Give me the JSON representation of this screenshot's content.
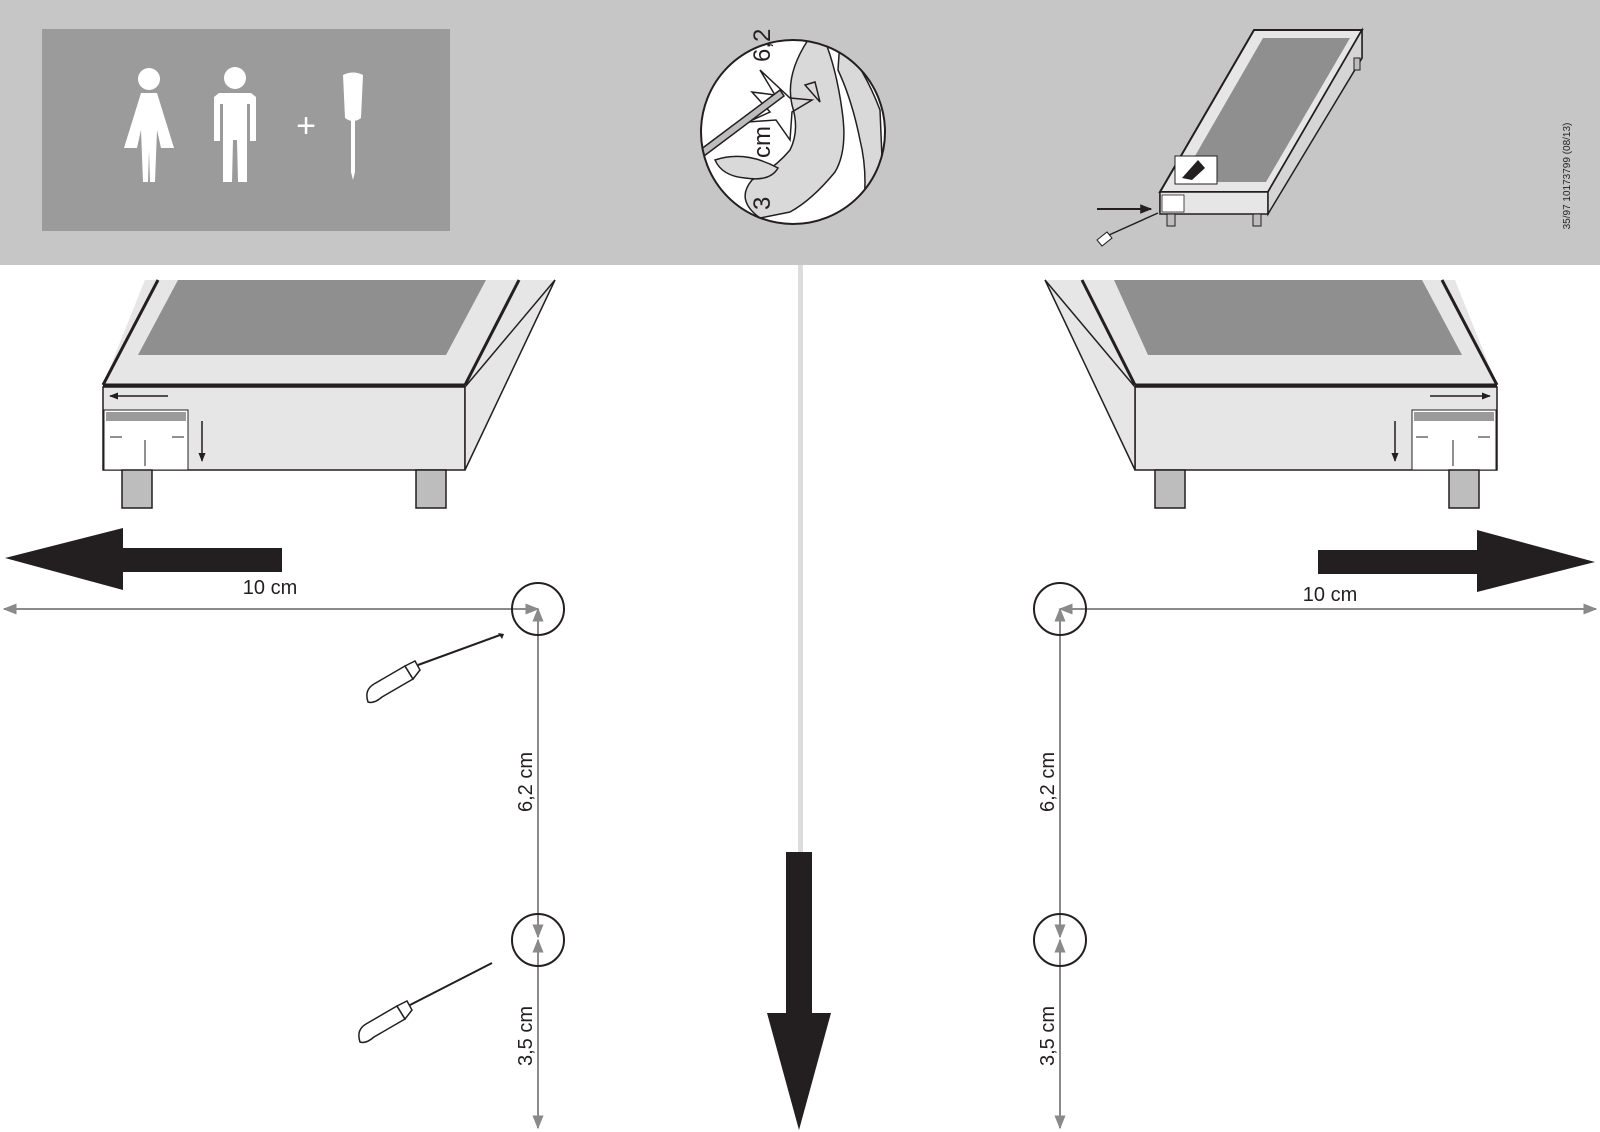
{
  "header": {
    "plus_sign": "+",
    "doc_code": "35/97  10173799  (08/13)",
    "magnifier_labels": {
      "a": "6,2",
      "b": "cm",
      "c": "3"
    }
  },
  "left_panel": {
    "horizontal_label": "10 cm",
    "upper_vertical_label": "6,2 cm",
    "lower_vertical_label": "3,5 cm"
  },
  "right_panel": {
    "horizontal_label": "10 cm",
    "upper_vertical_label": "6,2 cm",
    "lower_vertical_label": "3,5 cm"
  },
  "colors": {
    "header_bg": "#c6c6c6",
    "tools_box": "#9b9b9b",
    "ink": "#231f20",
    "glass": "#8f8f8f",
    "appliance": "#e6e6e6",
    "dimension_line": "#8a8a8a",
    "divider": "#dcdcdc"
  },
  "icons": [
    "woman-icon",
    "man-icon",
    "screwdriver-icon",
    "cooktop-icon",
    "magnifier-icon",
    "arrow-icon"
  ]
}
